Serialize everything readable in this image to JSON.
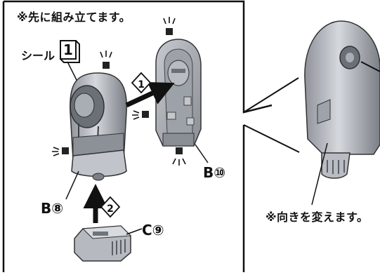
{
  "instructions": {
    "assemble_first": "※先に組み立てます。",
    "change_orientation": "※向きを変えます。"
  },
  "seal": {
    "label": "シール",
    "number": "1"
  },
  "steps": {
    "step1": "1",
    "step2": "2"
  },
  "parts": {
    "b8": "B⑧",
    "b10": "B⑩",
    "c9": "C⑨"
  },
  "colors": {
    "part_gray": "#b9bcc2",
    "part_dark": "#6f737a",
    "line": "#111111",
    "step_fill": "#ffffff"
  }
}
